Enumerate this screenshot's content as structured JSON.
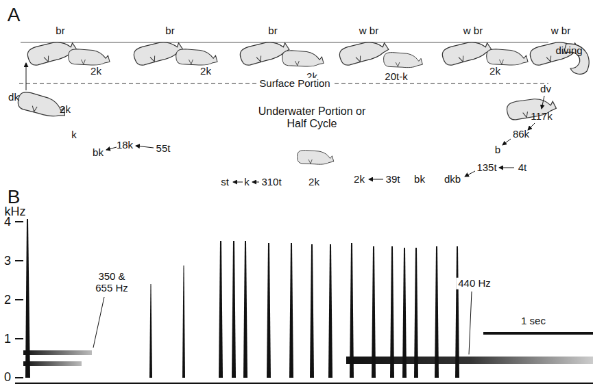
{
  "diagram": {
    "labels": [
      "A",
      "br",
      "br",
      "br",
      "w br",
      "w br",
      "w br",
      "diving",
      "2k",
      "2k",
      "2k",
      "20t-k",
      "2k",
      "Surface Portion",
      "dk",
      "2k",
      "k",
      "Underwater Portion or Half Cycle",
      "bk",
      "18k",
      "55t",
      "st",
      "k",
      "310t",
      "2k",
      "2k",
      "39t",
      "bk",
      "dkb",
      "135t",
      "4t",
      "b",
      "86k",
      "117k",
      "dv",
      "B",
      "kHz",
      "4",
      "3",
      "2",
      "1",
      "0",
      "350 & 655 Hz",
      "440 Hz",
      "1 sec"
    ]
  }
}
